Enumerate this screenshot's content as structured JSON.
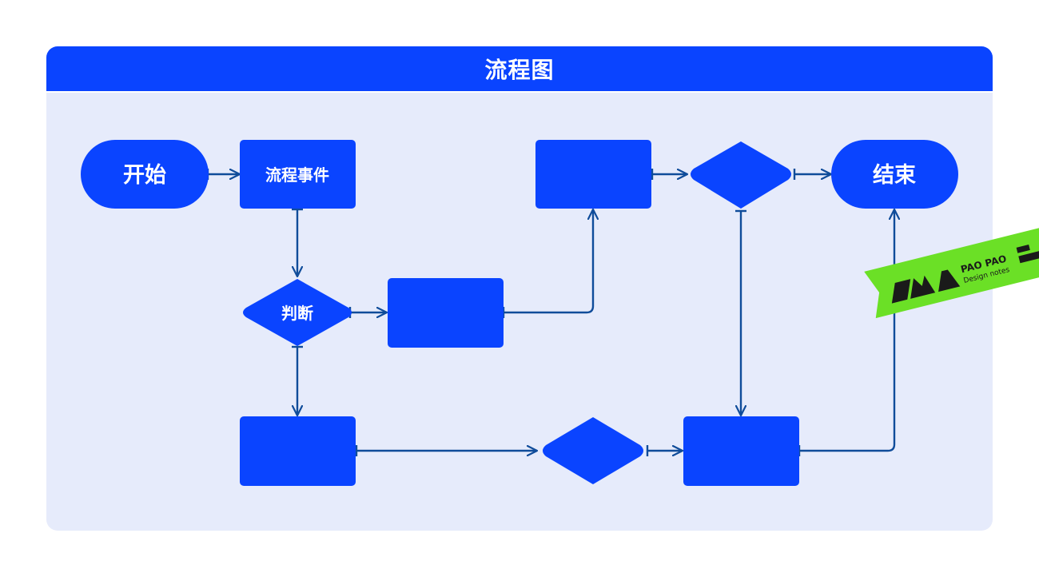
{
  "header": {
    "title": "流程图"
  },
  "colors": {
    "accent": "#0a44ff",
    "panel_bg": "#e6ebfb",
    "connector": "#0f4c9a",
    "badge_green": "#6be026"
  },
  "nodes": {
    "start": "开始",
    "process_event": "流程事件",
    "decision": "判断",
    "end": "结束"
  },
  "badge": {
    "brand": "PAO PAO",
    "tagline": "Design notes"
  }
}
